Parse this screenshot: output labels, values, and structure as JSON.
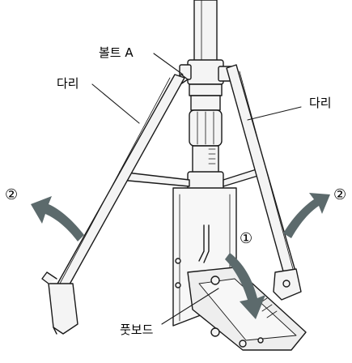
{
  "labels": {
    "bolt": "볼트 A",
    "leg_left": "다리",
    "leg_right": "다리",
    "footboard": "풋보드"
  },
  "steps": {
    "one": "①",
    "two_left": "②",
    "two_right": "②"
  },
  "colors": {
    "line": "#1a1a1a",
    "arrow": "#5c6a6c",
    "metal_light": "#f2f2f2",
    "metal_mid": "#d9d9d9"
  }
}
